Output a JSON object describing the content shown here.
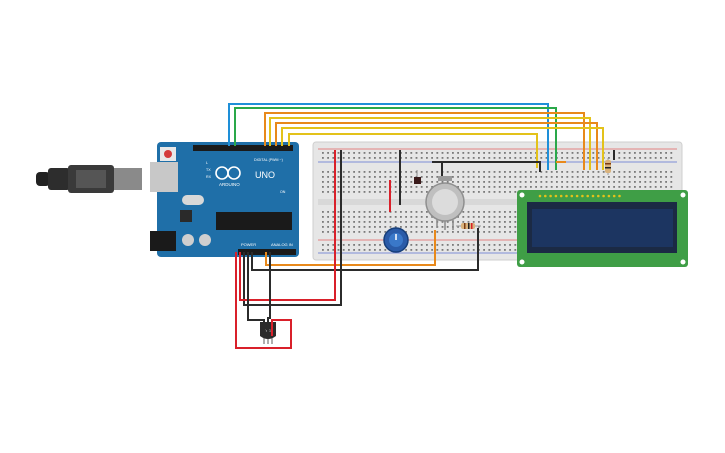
{
  "arduino": {
    "brand_label": "ARDUINO",
    "model_label": "UNO",
    "digital_label": "DIGITAL (PWM ~)",
    "power_label": "POWER",
    "analog_label": "ANALOG IN",
    "tx_label": "TX",
    "rx_label": "RX",
    "on_label": "ON",
    "l_label": "L"
  },
  "sensor": {
    "label": "4YG"
  },
  "colors": {
    "board": "#1f6fa8",
    "breadboard": "#e6e6e6",
    "lcd_frame": "#3f9e46",
    "lcd_screen": "#1c3561",
    "wire_red": "#d9202a",
    "wire_black": "#2b2b2b",
    "wire_orange": "#e8891b",
    "wire_yellow": "#e3c21a",
    "wire_green": "#2aa84a",
    "wire_blue": "#1e8fd8"
  }
}
